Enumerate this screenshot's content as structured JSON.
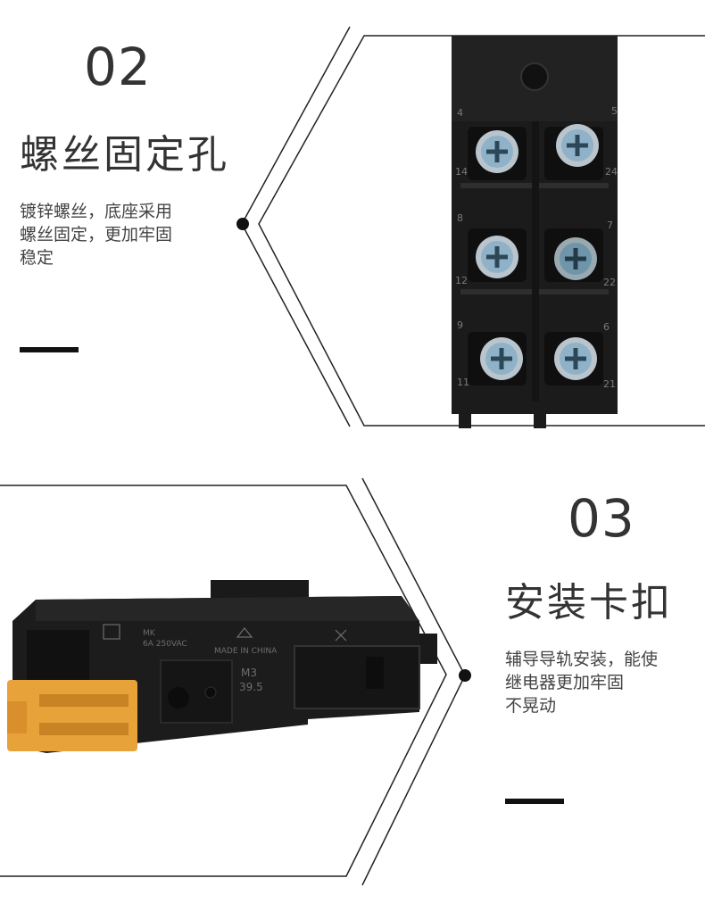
{
  "section_02": {
    "number": "02",
    "title": "螺丝固定孔",
    "desc_lines": [
      "镀锌螺丝，底座采用",
      "螺丝固定，更加牢固",
      "稳定"
    ],
    "terminal_numbers": [
      "4",
      "5",
      "14",
      "24",
      "8",
      "7",
      "12",
      "22",
      "9",
      "6",
      "11",
      "21"
    ]
  },
  "section_03": {
    "number": "03",
    "title": "安装卡扣",
    "desc_lines": [
      "辅导导轨安装，能使",
      "继电器更加牢固",
      "不晃动"
    ],
    "label_text": [
      "MK",
      "6A 250VAC",
      "MADE IN CHINA",
      "M3",
      "39.5"
    ]
  },
  "colors": {
    "text": "#333333",
    "bar": "#111111",
    "relay_body": "#1a1a1a",
    "clip": "#e8a23a"
  }
}
